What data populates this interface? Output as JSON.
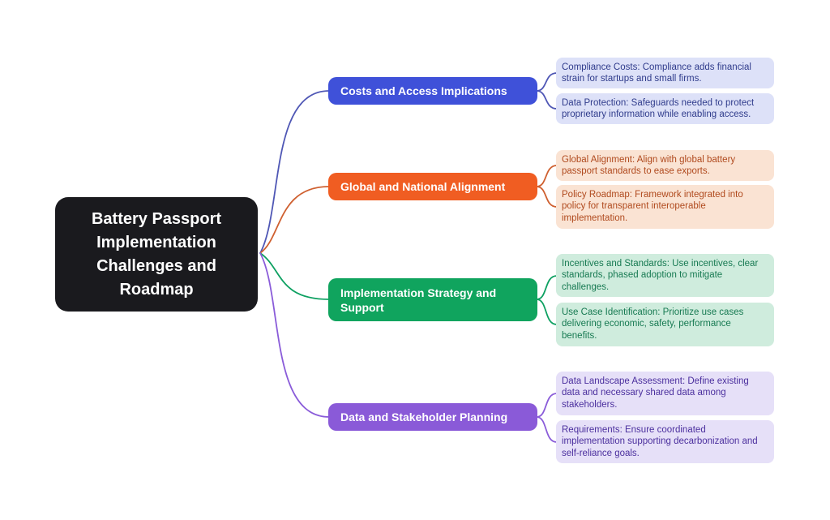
{
  "canvas": {
    "bg": "#ffffff"
  },
  "root": {
    "label": "Battery Passport Implementation Challenges and Roadmap",
    "bg": "#1a1a1e",
    "text": "#ffffff"
  },
  "branches": [
    {
      "id": "costs-and-access",
      "label": "Costs and Access Implications",
      "colors": {
        "box_bg": "#3f51d9",
        "box_text": "#ffffff",
        "line": "#4f57b5",
        "leaf_bg": "#dde1f8",
        "leaf_text": "#303c8c"
      },
      "leaves": [
        {
          "text": "Compliance Costs: Compliance adds financial strain for startups and small firms."
        },
        {
          "text": "Data Protection: Safeguards needed to protect proprietary information while enabling access."
        }
      ]
    },
    {
      "id": "global-and-national",
      "label": "Global and National Alignment",
      "colors": {
        "box_bg": "#f05d22",
        "box_text": "#ffffff",
        "line": "#cf6030",
        "leaf_bg": "#fae3d3",
        "leaf_text": "#b04a1e"
      },
      "leaves": [
        {
          "text": "Global Alignment: Align with global battery passport standards to ease exports."
        },
        {
          "text": "Policy Roadmap: Framework integrated into policy for transparent interoperable implementation."
        }
      ]
    },
    {
      "id": "implementation-strategy",
      "label": "Implementation Strategy and Support",
      "colors": {
        "box_bg": "#10a45e",
        "box_text": "#ffffff",
        "line": "#0da061",
        "leaf_bg": "#cfecdd",
        "leaf_text": "#177a52"
      },
      "leaves": [
        {
          "text": "Incentives and Standards: Use incentives, clear standards, phased adoption to mitigate challenges."
        },
        {
          "text": "Use Case Identification: Prioritize use cases delivering economic, safety, performance benefits."
        }
      ]
    },
    {
      "id": "data-and-stakeholder",
      "label": "Data and Stakeholder Planning",
      "colors": {
        "box_bg": "#8a5ad8",
        "box_text": "#ffffff",
        "line": "#8a5cd9",
        "leaf_bg": "#e6e0f8",
        "leaf_text": "#4b2f9e"
      },
      "leaves": [
        {
          "text": "Data Landscape Assessment: Define existing data and necessary shared data among stakeholders."
        },
        {
          "text": "Requirements: Ensure coordinated implementation supporting decarbonization and self-reliance goals."
        }
      ]
    }
  ]
}
